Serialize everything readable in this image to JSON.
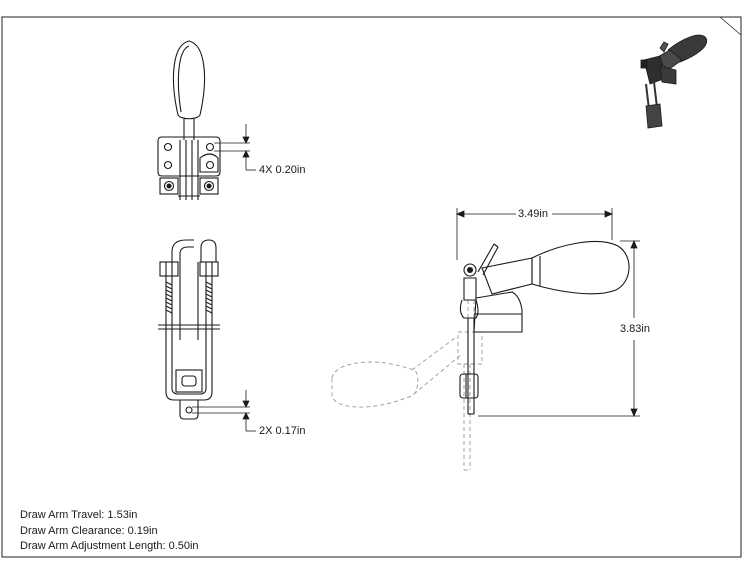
{
  "dimensions": {
    "hole_dia": "4X 0.20in",
    "slot_dia": "2X 0.17in",
    "width": "3.49in",
    "height": "3.83in"
  },
  "notes": [
    "Draw Arm Travel: 1.53in",
    "Draw Arm Clearance: 0.19in",
    "Draw Arm Adjustment Length: 0.50in"
  ],
  "colors": {
    "line": "#1a1a1a",
    "ghost": "#9a9a9a",
    "iso_body": "#3a3a3a"
  }
}
